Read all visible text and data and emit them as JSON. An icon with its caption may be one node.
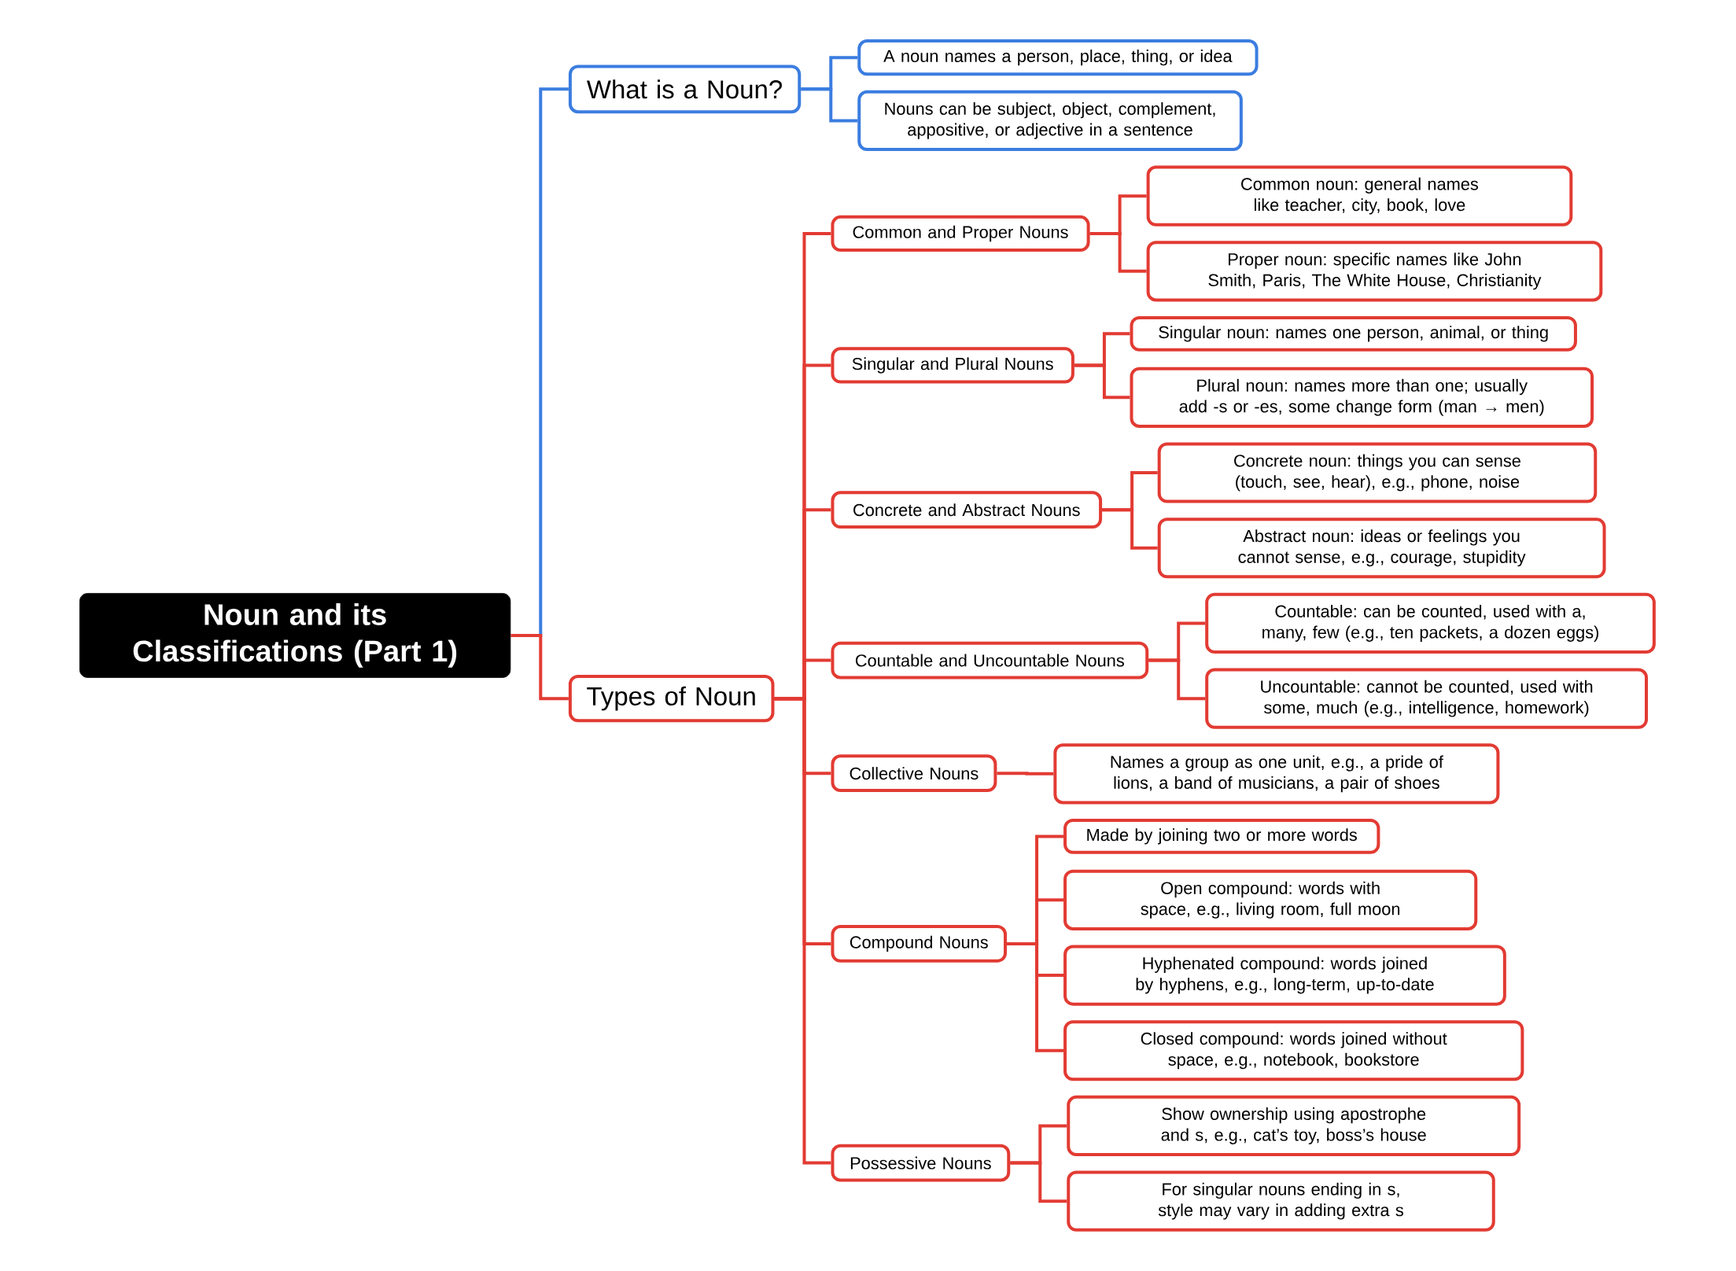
{
  "diagram": {
    "nodes": [
      {
        "text": [
          "Noun and its Classifications (Part 1)"
        ]
      },
      {
        "text": [
          "What is a Noun?"
        ]
      },
      {
        "text": [
          "A noun names a person, place, thing, or idea"
        ]
      },
      {
        "text": [
          "Nouns can be subject, object, complement, appositive, or adjective in a sentence"
        ]
      },
      {
        "text": [
          "Types of Noun"
        ]
      },
      {
        "text": [
          "Common and Proper Nouns"
        ]
      },
      {
        "text": [
          "Common noun: general names like teacher, city, book, love"
        ]
      },
      {
        "text": [
          "Proper noun: specific names like John Smith, Paris, The White House, Christianity"
        ]
      },
      {
        "text": [
          "Singular and Plural Nouns"
        ]
      },
      {
        "text": [
          "Singular noun: names one person, animal, or thing"
        ]
      },
      {
        "text": [
          "Plural noun: names more than one; usually add -s or -es, some change form (man → men)"
        ]
      },
      {
        "text": [
          "Concrete and Abstract Nouns"
        ]
      },
      {
        "text": [
          "Concrete noun: things you can sense (touch, see, hear), e.g., phone, noise"
        ]
      },
      {
        "text": [
          "Abstract noun: ideas or feelings you cannot sense, e.g., courage, stupidity"
        ]
      },
      {
        "text": [
          "Countable and Uncountable Nouns"
        ]
      },
      {
        "text": [
          "Countable: can be counted, used with a, many, few (e.g., ten packets, a dozen eggs)"
        ]
      },
      {
        "text": [
          "Uncountable: cannot be counted, used with some, much (e.g., intelligence, homework)"
        ]
      },
      {
        "text": [
          "Collective Nouns"
        ]
      },
      {
        "text": [
          "Names a group as one unit, e.g., a pride of lions, a band of musicians, a pair of shoes"
        ]
      },
      {
        "text": [
          "Compound Nouns"
        ]
      },
      {
        "text": [
          "Made by joining two or more words"
        ]
      },
      {
        "text": [
          "Open compound: words with space, e.g., living room, full moon"
        ]
      },
      {
        "text": [
          "Hyphenated compound: words joined by hyphens, e.g., long-term, up-to-date"
        ]
      },
      {
        "text": [
          "Closed compound: words joined without space, e.g., notebook, bookstore"
        ]
      },
      {
        "text": [
          "Possessive Nouns"
        ]
      },
      {
        "text": [
          "Show ownership using apostrophe and s, e.g., cat’s toy, boss’s house"
        ]
      },
      {
        "text": [
          "For singular nouns ending in s, style may vary in adding extra s"
        ]
      }
    ],
    "edges": [
      {
        "from": 0,
        "to": 1,
        "arrow": "none",
        "color": "#3b7de0"
      },
      {
        "from": 1,
        "to": 2,
        "arrow": "none",
        "color": "#3b7de0"
      },
      {
        "from": 1,
        "to": 3,
        "arrow": "none",
        "color": "#3b7de0"
      },
      {
        "from": 0,
        "to": 4,
        "arrow": "none"
      },
      {
        "from": 4,
        "to": 5,
        "arrow": "none"
      },
      {
        "from": 5,
        "to": 6,
        "arrow": "none"
      },
      {
        "from": 5,
        "to": 7,
        "arrow": "none"
      },
      {
        "from": 4,
        "to": 8,
        "arrow": "none"
      },
      {
        "from": 8,
        "to": 9,
        "arrow": "none"
      },
      {
        "from": 8,
        "to": 10,
        "arrow": "none"
      },
      {
        "from": 4,
        "to": 11,
        "arrow": "none"
      },
      {
        "from": 11,
        "to": 12,
        "arrow": "none"
      },
      {
        "from": 11,
        "to": 13,
        "arrow": "none"
      },
      {
        "from": 4,
        "to": 14,
        "arrow": "none"
      },
      {
        "from": 14,
        "to": 15,
        "arrow": "none"
      },
      {
        "from": 14,
        "to": 16,
        "arrow": "none"
      },
      {
        "from": 4,
        "to": 17,
        "arrow": "none"
      },
      {
        "from": 17,
        "to": 18,
        "arrow": "none"
      },
      {
        "from": 4,
        "to": 19,
        "arrow": "none"
      },
      {
        "from": 19,
        "to": 20,
        "arrow": "none"
      },
      {
        "from": 19,
        "to": 21,
        "arrow": "none"
      },
      {
        "from": 19,
        "to": 22,
        "arrow": "none"
      },
      {
        "from": 19,
        "to": 23,
        "arrow": "none"
      },
      {
        "from": 4,
        "to": 24,
        "arrow": "none"
      },
      {
        "from": 24,
        "to": 25,
        "arrow": "none"
      },
      {
        "from": 24,
        "to": 26,
        "arrow": "none"
      }
    ]
  }
}
